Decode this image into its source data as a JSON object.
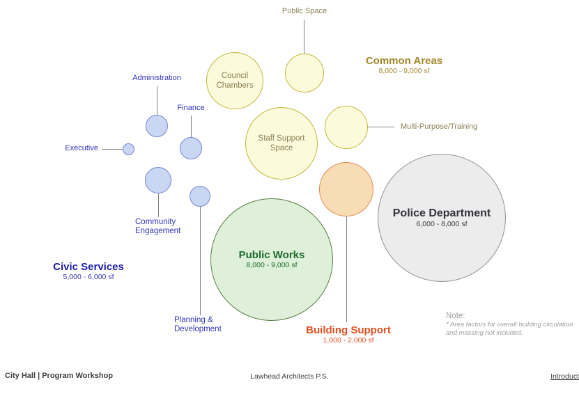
{
  "slide": {
    "footer_left": "City Hall | Program Workshop",
    "footer_center": "Lawhead Architects P.S.",
    "footer_right_link": "Introduct"
  },
  "clusters": {
    "civic_services": {
      "title": "Civic Services",
      "size": "5,000 - 6,000 sf"
    },
    "common_areas": {
      "title": "Common Areas",
      "size": "8,000 - 9,000 sf"
    },
    "public_works": {
      "title": "Public Works",
      "size": "8,000 - 9,000 sf"
    },
    "police_department": {
      "title": "Police Department",
      "size": "6,000 - 8,000 sf"
    },
    "building_support": {
      "title": "Building Support",
      "size": "1,000 - 2,000 sf"
    }
  },
  "bubbles": {
    "public_space": {
      "label": "Public Space"
    },
    "council_chambers": {
      "line1": "Council",
      "line2": "Chambers"
    },
    "staff_support": {
      "line1": "Staff Support",
      "line2": "Space"
    },
    "multi_purpose": {
      "label": "Multi-Purpose/Training"
    },
    "administration": {
      "label": "Administration"
    },
    "finance": {
      "label": "Finance"
    },
    "executive": {
      "label": "Executive"
    },
    "community_engagement": {
      "line1": "Community",
      "line2": "Engagement"
    },
    "planning_development": {
      "line1": "Planning &",
      "line2": "Development"
    }
  },
  "note": {
    "title": "Note:",
    "body_line1": "* Area factors for overall building circulation",
    "body_line2": "and massing not included."
  },
  "colors": {
    "civic_blue_fill": "#c9d7f4",
    "civic_blue_stroke": "#7584d0",
    "civic_label_text": "#3535bd",
    "civic_title_text": "#2020a8",
    "common_yellow_fill": "#fbfadb",
    "common_yellow_stroke": "#c3b63b",
    "common_gold_title": "#a3872c",
    "common_olive_label": "#8a8055",
    "public_works_fill": "#def0d9",
    "public_works_stroke": "#567d41",
    "public_works_text": "#1d6b2d",
    "building_orange_fill": "#f8dcb4",
    "building_orange_stroke": "#e08850",
    "building_orange_text": "#e04f1e",
    "police_gray_fill": "#ececec",
    "police_gray_stroke": "#909090",
    "police_text": "#33333a",
    "connector_gray": "#808080",
    "note_gray": "#9e9e9e",
    "footer_text": "#3f3f3f"
  }
}
